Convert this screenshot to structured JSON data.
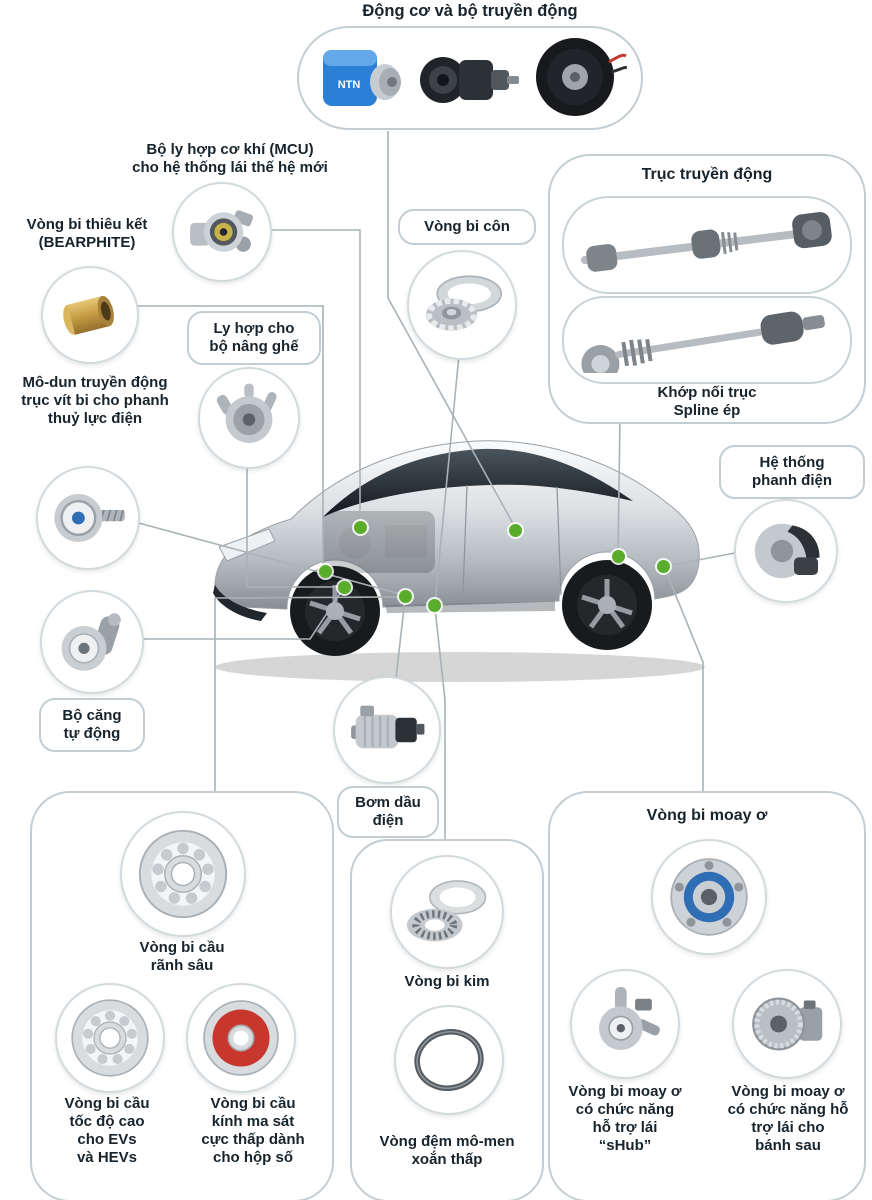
{
  "colors": {
    "text_navy": "#17242d",
    "box_border": "#c3cdd2",
    "accent_green": "#5aad2b",
    "connector_gray": "#a9b2b7"
  },
  "diagram": {
    "engine_unit": {
      "title": "Động cơ và bộ truyền động",
      "brand": "NTN"
    },
    "mcu": {
      "line1": "Bộ ly hợp cơ khí (MCU)",
      "line2": "cho hệ thống lái thế hệ mới"
    },
    "bearphite": {
      "line1": "Vòng bi thiêu kết",
      "line2": "(BEARPHITE)"
    },
    "seat_clutch": {
      "line1": "Ly hợp cho",
      "line2": "bộ nâng ghế"
    },
    "tapered_bearing": {
      "label": "Vòng bi côn"
    },
    "drive_shaft": {
      "title": "Trục truyền động",
      "coupling_line1": "Khớp nối trục",
      "coupling_line2": "Spline ép"
    },
    "ball_screw_module": {
      "line1": "Mô-dun truyền động",
      "line2": "trục vít bi cho phanh",
      "line3": "thuỷ lực điện"
    },
    "electric_brake": {
      "line1": "Hệ thống",
      "line2": "phanh điện"
    },
    "auto_tensioner": {
      "line1": "Bộ căng",
      "line2": "tự động"
    },
    "oil_pump": {
      "line1": "Bơm dầu",
      "line2": "điện"
    },
    "ball_bearing_box": {
      "deep_groove": {
        "line1": "Vòng bi cầu",
        "line2": "rãnh sâu"
      },
      "high_speed": {
        "line1": "Vòng bi cầu",
        "line2": "tốc độ cao",
        "line3": "cho EVs",
        "line4": "và HEVs"
      },
      "low_friction": {
        "line1": "Vòng bi cầu",
        "line2": "kính ma sát",
        "line3": "cực thấp dành",
        "line4": "cho hộp số"
      }
    },
    "needle_box": {
      "needle_bearing": {
        "label": "Vòng bi kim"
      },
      "torque_washer": {
        "line1": "Vòng đệm mô-men",
        "line2": "xoắn thấp"
      }
    },
    "hub_box": {
      "title": "Vòng bi moay ơ",
      "shub": {
        "line1": "Vòng bi moay ơ",
        "line2": "có chức năng",
        "line3": "hỗ trợ lái",
        "line4": "“sHub”"
      },
      "rear_steer": {
        "line1": "Vòng bi moay ơ",
        "line2": "có chức năng hỗ",
        "line3": "trợ lái cho",
        "line4": "bánh sau"
      }
    }
  }
}
